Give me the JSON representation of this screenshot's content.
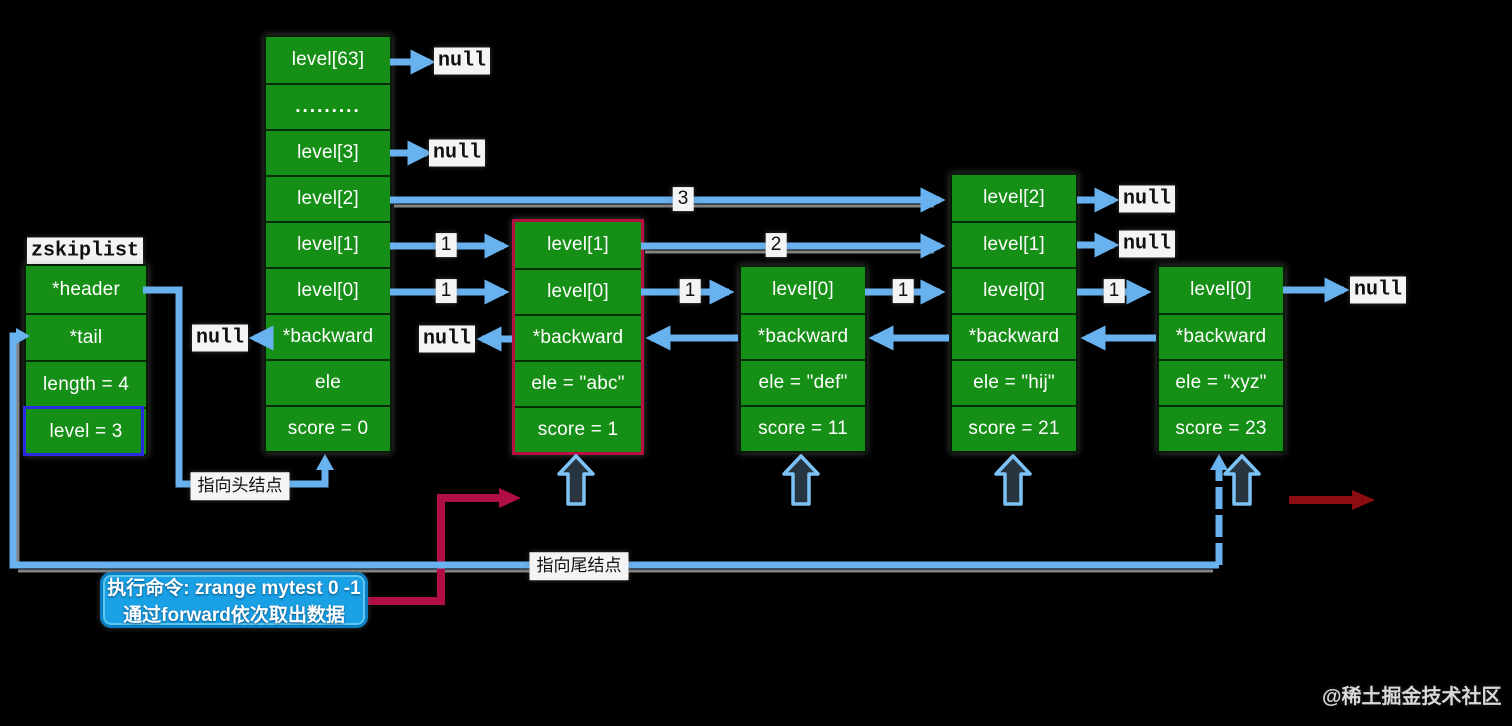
{
  "colors": {
    "background": "#000000",
    "node_green": "#168f16",
    "arrow_blue": "#68b2ef",
    "hollow_arrow_blue": "#7cc2f6",
    "crimson": "#b00e45",
    "dark_red": "#8b0d12",
    "command_blue": "#1aa0e4",
    "level_border_blue": "#2a2ae0",
    "abc_border_crimson": "#b5103f"
  },
  "zskiplist": {
    "title": "zskiplist",
    "cells": [
      "*header",
      "*tail",
      "length = 4",
      "level = 3"
    ]
  },
  "nodes": {
    "header": {
      "cells": [
        "level[63]",
        ".........",
        "level[3]",
        "level[2]",
        "level[1]",
        "level[0]",
        "*backward",
        "ele",
        "score = 0"
      ]
    },
    "abc": {
      "cells": [
        "level[1]",
        "level[0]",
        "*backward",
        "ele = \"abc\"",
        "score = 1"
      ]
    },
    "def": {
      "cells": [
        "level[0]",
        "*backward",
        "ele = \"def\"",
        "score = 11"
      ]
    },
    "hij": {
      "cells": [
        "level[2]",
        "level[1]",
        "level[0]",
        "*backward",
        "ele = \"hij\"",
        "score = 21"
      ]
    },
    "xyz": {
      "cells": [
        "level[0]",
        "*backward",
        "ele = \"xyz\"",
        "score = 23"
      ]
    }
  },
  "null_labels": {
    "header_level63": "null",
    "header_level3": "null",
    "header_backward": "null",
    "abc_backward": "null",
    "hij_level2": "null",
    "hij_level1": "null",
    "xyz_level0": "null"
  },
  "span_labels": {
    "header_level2_to_hij": "3",
    "header_level1_to_abc": "1",
    "header_level0_to_abc": "1",
    "abc_level1_to_hij": "2",
    "abc_level0_to_def": "1",
    "def_level0_to_hij": "1",
    "hij_level0_to_xyz": "1"
  },
  "annotations": {
    "head_pointer": "指向头结点",
    "tail_pointer": "指向尾结点",
    "command_line1": "执行命令: zrange mytest 0 -1",
    "command_line2": "通过forward依次取出数据",
    "watermark": "@稀土掘金技术社区"
  }
}
